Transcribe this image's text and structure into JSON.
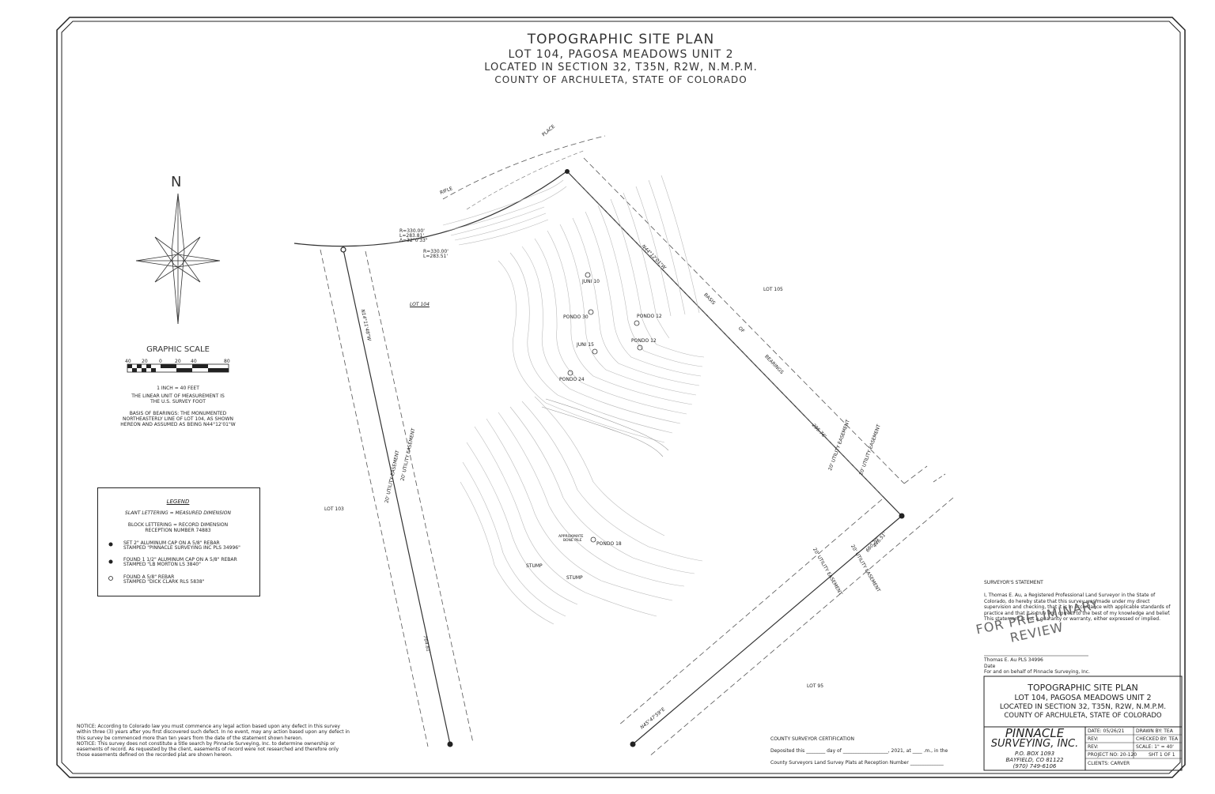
{
  "header": {
    "title": "TOPOGRAPHIC SITE PLAN",
    "line2": "LOT 104, PAGOSA MEADOWS UNIT 2",
    "line3": "LOCATED IN SECTION 32, T35N, R2W, N.M.P.M.",
    "line4": "COUNTY OF ARCHULETA, STATE OF COLORADO"
  },
  "north_arrow": {
    "label": "N"
  },
  "scale": {
    "title": "GRAPHIC SCALE",
    "ticks": [
      "40",
      "20",
      "0",
      "20",
      "40",
      "80"
    ],
    "inch": "1 INCH = 40 FEET",
    "unit_line1": "THE LINEAR UNIT OF MEASUREMENT IS",
    "unit_line2": "THE U.S. SURVEY FOOT",
    "basis_line1": "BASIS OF BEARINGS: THE MONUMENTED",
    "basis_line2": "NORTHEASTERLY LINE OF LOT 104, AS SHOWN",
    "basis_line3": "HEREON AND ASSUMED AS BEING N44°12'01\"W"
  },
  "legend": {
    "title": "LEGEND",
    "slant": "SLANT LETTERING = MEASURED DIMENSION",
    "block1": "BLOCK LETTERING = RECORD DIMENSION",
    "block2": "RECEPTION NUMBER 74883",
    "item1a": "SET 2\" ALUMINUM CAP ON A 5/8\" REBAR",
    "item1b": "STAMPED \"PINNACLE SURVEYING INC PLS 34996\"",
    "item2a": "FOUND 1 1/2\" ALUMINUM CAP ON A 5/8\" REBAR",
    "item2b": "STAMPED \"LB MORTON LS 3840\"",
    "item3a": "FOUND A 5/8\" REBAR",
    "item3b": "STAMPED \"DICK CLARK RLS 5838\""
  },
  "plan_labels": {
    "lot104": "LOT 104",
    "lot103": "LOT 103",
    "lot105": "LOT 105",
    "lot95": "LOT 95",
    "rifle": "RIFLE",
    "place": "PLACE",
    "curve1a": "R=330.00'",
    "curve1b": "L=283.81'",
    "curve1c": "Δ=32°0'33\"",
    "curve2a": "R=330.00'",
    "curve2b": "L=283.51'",
    "basis": "BASIS",
    "of": "OF",
    "bearings": "BEARINGS",
    "easement1": "20' UTILITY EASEMENT",
    "easement2": "20' UTILITY EASEMENT",
    "easement3": "20' UTILITY EASEMENT",
    "easement4": "20' UTILITY EASEMENT",
    "easement5": "20' UTILITY EASEMENT",
    "easement6": "20' UTILITY EASEMENT",
    "trees": [
      "JUNI 10",
      "PONDO 30",
      "PONDO 12",
      "JUNI 15",
      "PONDO 12",
      "PONDO 24",
      "PONDO 18"
    ],
    "approx_line1": "APPROXIMATE",
    "approx_line2": "BONE PILE",
    "stump1": "STUMP",
    "stump2": "STUMP",
    "bearing_w": "N14°11'48\"W",
    "bearing_ne": "N44°12'01\"W",
    "bearing_se": "N45°47'59\"E",
    "dim_w": "764.81'",
    "dim_ne": "285.76'",
    "dim_s": "660.20'",
    "dim_se": "446.51'"
  },
  "notice": {
    "text1": "NOTICE: According to Colorado law you must commence any legal action based upon any defect in this survey within three (3) years after you first discovered such defect. In no event, may any action based upon any defect in this survey be commenced more than ten years from the date of the statement shown hereon.",
    "text2": "NOTICE: This survey does not constitute a title search by Pinnacle Surveying, Inc. to determine ownership or easements of record. As requested by the client, easements of record were not researched and therefore only those easements defined on the recorded plat are shown hereon."
  },
  "county_cert": {
    "title": "COUNTY SURVEYOR CERTIFICATION",
    "line1": "Deposited this ________ day of ___________________, 2021, at ____ .m., in the",
    "line2": "County Surveyors Land Survey Plats at Reception Number ______________"
  },
  "surveyor": {
    "title": "SURVEYOR'S STATEMENT",
    "text": "I, Thomas E. Au, a Registered Professional Land Surveyor in the State of Colorado, do hereby state that this survey was made under my direct supervision and checking, that it is in accordance with applicable standards of practice and that it is true and correct to the best of my knowledge and belief. This statement is not a guaranty or warranty, either expressed or implied.",
    "watermark1": "FOR PRELIMINARY",
    "watermark2": "REVIEW",
    "sig_name": "Thomas E. Au PLS 34996",
    "sig_date": "Date",
    "sig_behalf": "For and on behalf of Pinnacle Surveying, Inc."
  },
  "title_block": {
    "title": "TOPOGRAPHIC SITE PLAN",
    "line2": "LOT 104, PAGOSA MEADOWS UNIT 2",
    "line3": "LOCATED IN SECTION 32, T35N, R2W, N.M.P.M.",
    "line4": "COUNTY OF ARCHULETA, STATE OF COLORADO",
    "firm1": "PINNACLE",
    "firm2": "SURVEYING, INC.",
    "addr1": "P.O. BOX 1093",
    "addr2": "BAYFIELD, CO 81122",
    "phone": "(970) 749-6106",
    "date": "DATE: 05/26/21",
    "drawn": "DRAWN BY: TEA",
    "rev1": "REV:",
    "checked": "CHECKED BY: TEA",
    "rev2": "REV:",
    "scale": "SCALE: 1\" = 40'",
    "project": "PROJECT NO: 20-120",
    "sheet": "SHT 1 OF 1",
    "clients": "CLIENTS: CARVER"
  }
}
